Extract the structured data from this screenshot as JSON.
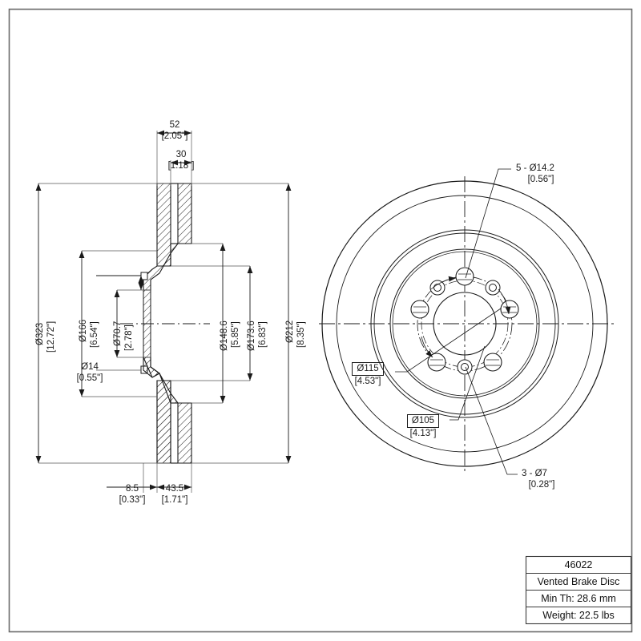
{
  "drawing": {
    "title_block": {
      "part_number": "46022",
      "description": "Vented Brake Disc",
      "min_thickness": "Min Th: 28.6 mm",
      "weight": "Weight: 22.5 lbs"
    },
    "section_view": {
      "top_dimensions": [
        {
          "id": "overall-width",
          "metric": "52",
          "imperial": "[2.05\"]"
        },
        {
          "id": "rotor-thickness",
          "metric": "30",
          "imperial": "[1.18\"]"
        }
      ],
      "left_dimensions": [
        {
          "id": "outer-diameter",
          "metric": "Ø323",
          "imperial": "[12.72\"]"
        },
        {
          "id": "hat-diameter",
          "metric": "Ø166",
          "imperial": "[6.54\"]"
        },
        {
          "id": "pilot-diameter",
          "metric": "Ø70.7",
          "imperial": "[2.78\"]"
        },
        {
          "id": "small-hole-diameter",
          "metric": "Ø14",
          "imperial": "[0.55\"]"
        }
      ],
      "right_dimensions": [
        {
          "id": "inner-vent-diameter",
          "metric": "Ø148.6",
          "imperial": "[5.85\"]"
        },
        {
          "id": "vent-outer-diameter",
          "metric": "Ø173.6",
          "imperial": "[6.83\"]"
        },
        {
          "id": "friction-inner-diameter",
          "metric": "Ø212",
          "imperial": "[8.35\"]"
        }
      ],
      "bottom_dimensions": [
        {
          "id": "hat-height",
          "metric": "8.5",
          "imperial": "[0.33\"]"
        },
        {
          "id": "offset",
          "metric": "43.5",
          "imperial": "[1.71\"]"
        }
      ]
    },
    "face_view": {
      "callouts": [
        {
          "id": "lug-holes",
          "metric": "5 - Ø14.2",
          "imperial": "[0.56\"]",
          "boxed": false
        },
        {
          "id": "bolt-circle",
          "metric": "Ø115",
          "imperial": "[4.53\"]",
          "boxed": true
        },
        {
          "id": "inner-hole-circle",
          "metric": "Ø105",
          "imperial": "[4.13\"]",
          "boxed": true
        },
        {
          "id": "small-holes",
          "metric": "3 - Ø7",
          "imperial": "[0.28\"]",
          "boxed": false
        }
      ]
    },
    "colors": {
      "line": "#1a1a1a",
      "thin_line": "#555555",
      "background": "#ffffff",
      "border": "#6b6b6b"
    }
  }
}
